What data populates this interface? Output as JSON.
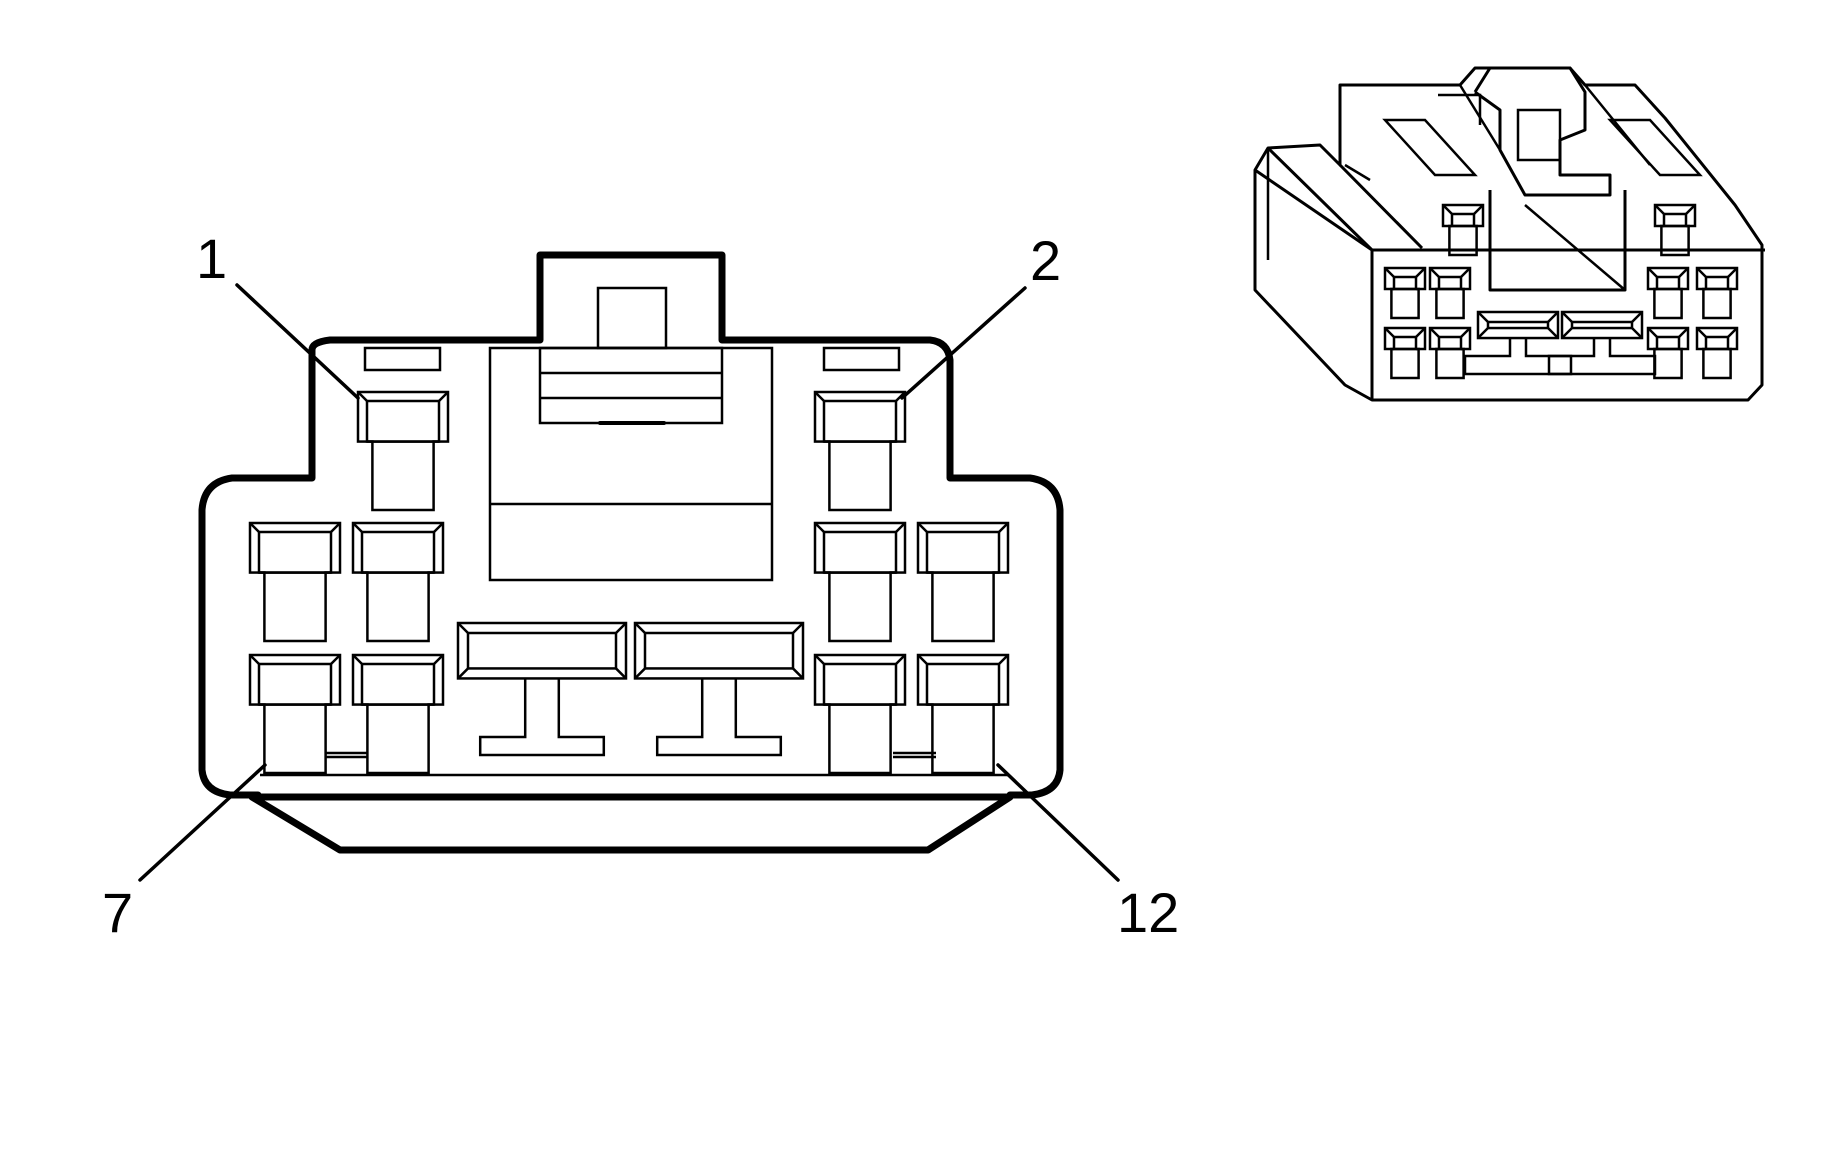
{
  "diagram": {
    "pin_labels": {
      "pin_1": "1",
      "pin_2": "2",
      "pin_7": "7",
      "pin_12": "12"
    }
  }
}
